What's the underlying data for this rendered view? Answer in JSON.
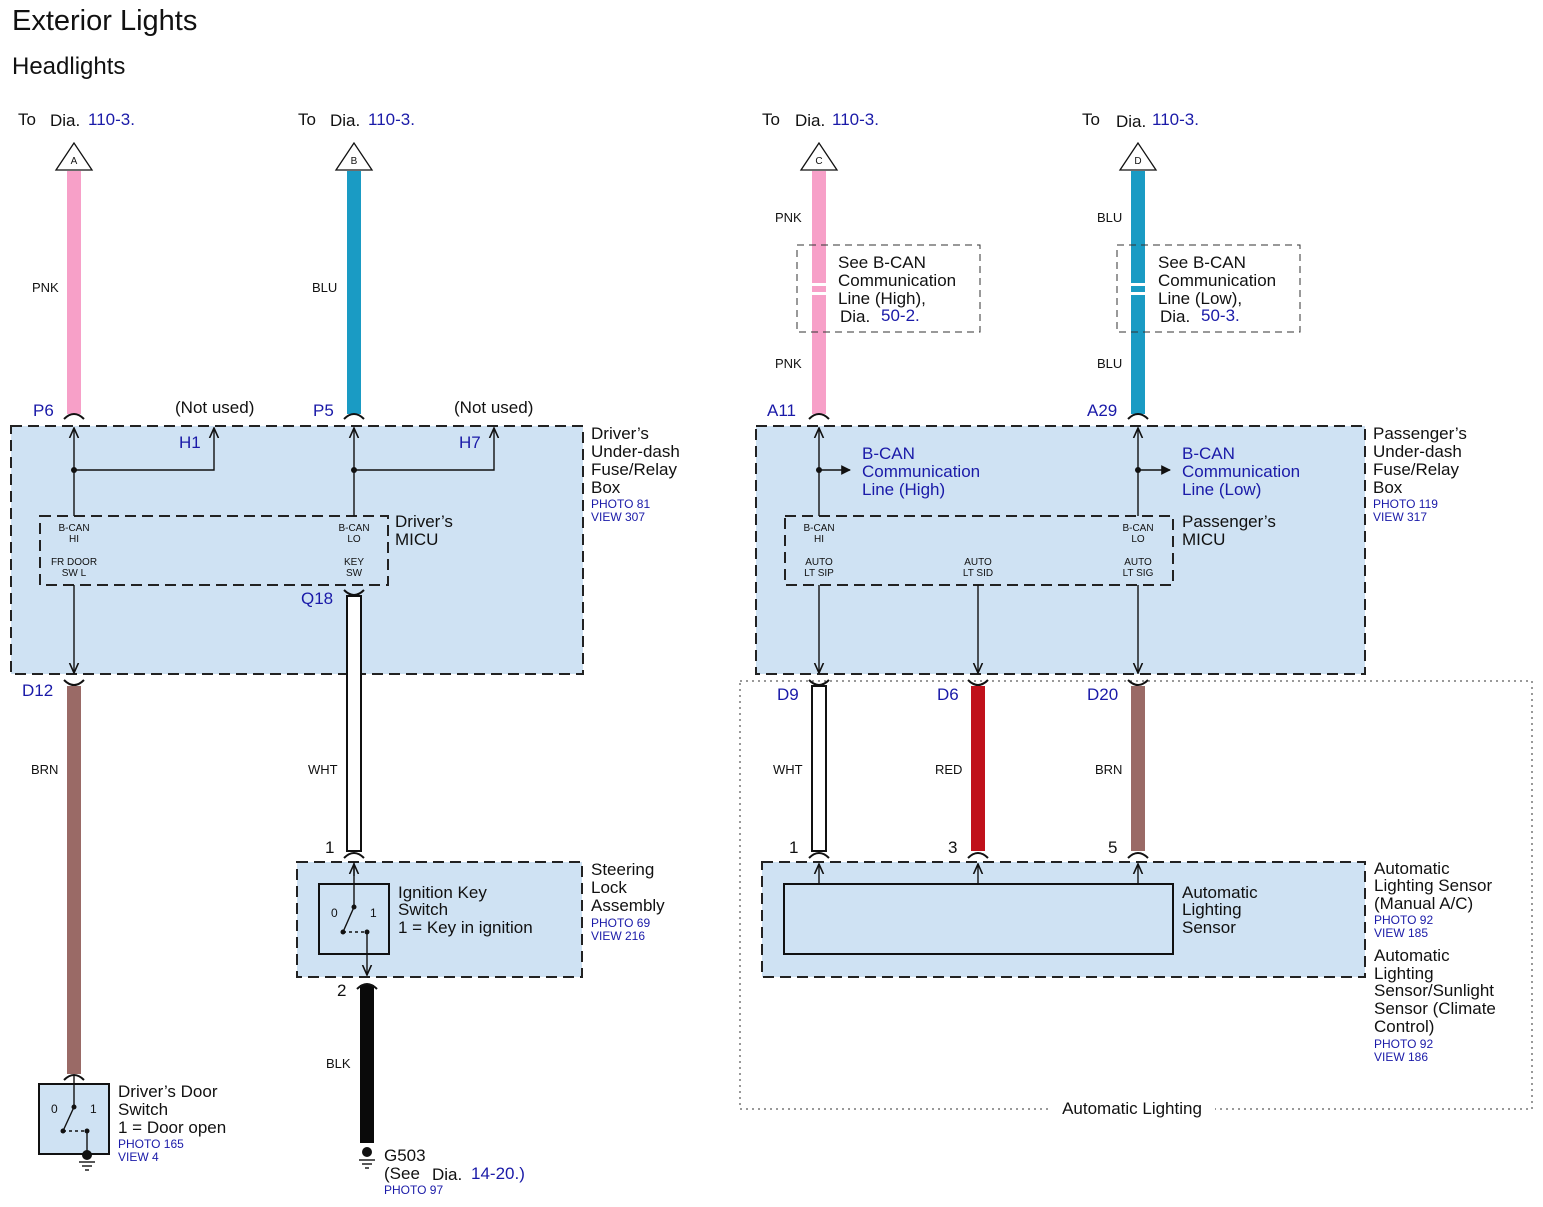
{
  "title": "Exterior Lights",
  "subtitle": "Headlights",
  "refs": {
    "to": "To",
    "dia": "Dia.",
    "a_num": "110-3.",
    "b_num": "110-3.",
    "c_num": "110-3.",
    "d_num": "110-3."
  },
  "connector_letters": {
    "a": "A",
    "b": "B",
    "c": "C",
    "d": "D"
  },
  "wires": {
    "pnk": "PNK",
    "blu": "BLU",
    "brn": "BRN",
    "wht": "WHT",
    "blk": "BLK",
    "red": "RED"
  },
  "colors": {
    "pink": "#f7a0c8",
    "blue": "#1a9bc4",
    "brown": "#9a6a66",
    "red": "#c0111b",
    "black": "#0a0a0a",
    "box_fill": "#cfe2f3",
    "blue_text": "#1a1aa8"
  },
  "pins": {
    "p6": "P6",
    "p5": "P5",
    "h1": "H1",
    "h7": "H7",
    "q18": "Q18",
    "d12": "D12",
    "a11": "A11",
    "a29": "A29",
    "d9": "D9",
    "d6": "D6",
    "d20": "D20",
    "n1_key": "1",
    "n2_key": "2",
    "n1_sensor": "1",
    "n3_sensor": "3",
    "n5_sensor": "5"
  },
  "not_used": "(Not used)",
  "drivers_box": {
    "label": [
      "Driver’s",
      "Under-dash",
      "Fuse/Relay",
      "Box"
    ],
    "photo": "PHOTO 81",
    "view": "VIEW 307"
  },
  "drivers_micu": {
    "label": [
      "Driver’s",
      "MICU"
    ],
    "bcan_hi": [
      "B-CAN",
      "HI"
    ],
    "bcan_lo": [
      "B-CAN",
      "LO"
    ],
    "fr_door": [
      "FR DOOR",
      "SW L"
    ],
    "key_sw": [
      "KEY",
      "SW"
    ]
  },
  "passenger_box": {
    "label": [
      "Passenger’s",
      "Under-dash",
      "Fuse/Relay",
      "Box"
    ],
    "photo": "PHOTO 119",
    "view": "VIEW 317"
  },
  "passenger_micu": {
    "label": [
      "Passenger’s",
      "MICU"
    ],
    "bcan_hi": [
      "B-CAN",
      "HI"
    ],
    "bcan_lo": [
      "B-CAN",
      "LO"
    ],
    "auto_sip": [
      "AUTO",
      "LT SIP"
    ],
    "auto_sid": [
      "AUTO",
      "LT SID"
    ],
    "auto_sig": [
      "AUTO",
      "LT SIG"
    ]
  },
  "bcan_high": [
    "B-CAN",
    "Communication",
    "Line (High)"
  ],
  "bcan_low": [
    "B-CAN",
    "Communication",
    "Line (Low)"
  ],
  "see_bcan_high": {
    "lines": [
      "See B-CAN",
      "Communication",
      "Line (High),"
    ],
    "dia": "Dia.",
    "num": "50-2."
  },
  "see_bcan_low": {
    "lines": [
      "See B-CAN",
      "Communication",
      "Line (Low),"
    ],
    "dia": "Dia.",
    "num": "50-3."
  },
  "steering_lock": {
    "label": [
      "Steering",
      "Lock",
      "Assembly"
    ],
    "photo": "PHOTO 69",
    "view": "VIEW 216"
  },
  "ignition_switch": {
    "label": [
      "Ignition Key",
      "Switch",
      "1 = Key in ignition"
    ],
    "pos0": "0",
    "pos1": "1"
  },
  "door_switch": {
    "label": [
      "Driver’s Door",
      "Switch",
      "1 = Door open"
    ],
    "photo": "PHOTO 165",
    "view": "VIEW 4",
    "pos0": "0",
    "pos1": "1"
  },
  "ground": {
    "name": "G503",
    "see": "(See",
    "dia": "Dia.",
    "num": "14-20.)",
    "photo": "PHOTO 97"
  },
  "sensor": {
    "inner_label": [
      "Automatic",
      "Lighting",
      "Sensor"
    ],
    "label_manual": [
      "Automatic",
      "Lighting Sensor",
      "(Manual A/C)"
    ],
    "photo_manual": "PHOTO 92",
    "view_manual": "VIEW 185",
    "label_climate": [
      "Automatic",
      "Lighting",
      "Sensor/Sunlight",
      "Sensor (Climate",
      "Control)"
    ],
    "photo_climate": "PHOTO 92",
    "view_climate": "VIEW 186"
  },
  "group_label": "Automatic Lighting"
}
